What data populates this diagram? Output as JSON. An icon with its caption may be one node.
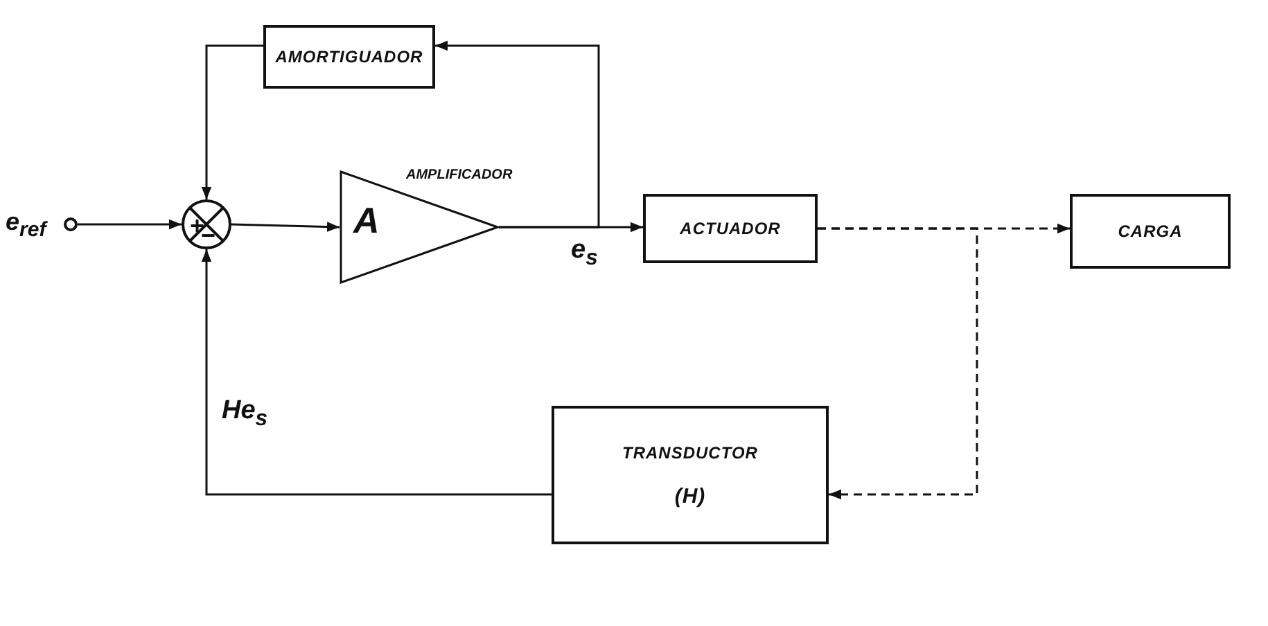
{
  "diagram": {
    "nodes": [
      {
        "text": [],
        "shape": "circle",
        "beside": [
          "e$_{ref}$"
        ]
      },
      {
        "text": [
          "+",
          "−"
        ]
      },
      {
        "text": [
          "A"
        ],
        "beside": [
          "AMPLIFICADOR"
        ]
      },
      {
        "text": [
          "AMORTIGUADOR"
        ]
      },
      {
        "text": [
          "ACTUADOR"
        ]
      },
      {
        "text": [
          "CARGA"
        ]
      },
      {
        "text": [
          "TRANSDUCTOR",
          "(H)"
        ]
      }
    ],
    "edges": [
      {
        "from": 0,
        "to": 1,
        "arrow": "to"
      },
      {
        "from": 1,
        "to": 2,
        "arrow": "to"
      },
      {
        "from": 2,
        "to": 4,
        "arrow": "to"
      },
      {
        "from": 2,
        "to": 3,
        "arrow": "to"
      },
      {
        "from": 3,
        "to": 1,
        "arrow": "to"
      },
      {
        "from": 4,
        "to": 5,
        "arrow": "to",
        "style": "dashed"
      },
      {
        "from": 4,
        "to": 6,
        "arrow": "to",
        "style": "dashed"
      },
      {
        "from": 6,
        "to": 1,
        "arrow": "to"
      }
    ],
    "labels": [
      "e$_{s}$",
      "He$_{s}$"
    ]
  }
}
